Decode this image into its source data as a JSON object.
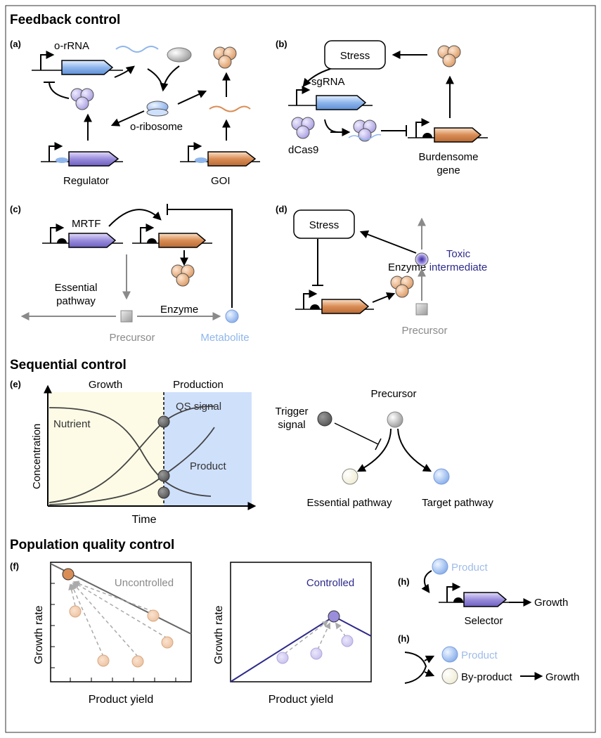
{
  "sections": {
    "feedback": "Feedback control",
    "sequential": "Sequential control",
    "population": "Population quality control"
  },
  "panels": {
    "a": "(a)",
    "b": "(b)",
    "c": "(c)",
    "d": "(d)",
    "e": "(e)",
    "f": "(f)",
    "h1": "(h)",
    "h2": "(h)"
  },
  "panel_a": {
    "orrna": "o-rRNA",
    "oribosome": "o-ribosome",
    "regulator": "Regulator",
    "goi": "GOI"
  },
  "panel_b": {
    "stress": "Stress",
    "sgrna": "sgRNA",
    "dcas9": "dCas9",
    "burden1": "Burdensome",
    "burden2": "gene"
  },
  "panel_c": {
    "mrtf": "MRTF",
    "essential1": "Essential",
    "essential2": "pathway",
    "enzyme": "Enzyme",
    "precursor": "Precursor",
    "metabolite": "Metabolite"
  },
  "panel_d": {
    "stress": "Stress",
    "enzyme": "Enzyme",
    "toxic1": "Toxic",
    "toxic2": "intermediate",
    "precursor": "Precursor"
  },
  "panel_e": {
    "growth": "Growth",
    "production": "Production",
    "qs": "QS signal",
    "nutrient": "Nutrient",
    "product": "Product",
    "ylabel": "Concentration",
    "xlabel": "Time",
    "precursor": "Precursor",
    "trigger1": "Trigger",
    "trigger2": "signal",
    "essential": "Essential pathway",
    "target": "Target pathway"
  },
  "panel_f": {
    "ylabel1": "Growth rate",
    "xlabel1": "Product yield",
    "uncontrolled": "Uncontrolled",
    "ylabel2": "Growth rate",
    "xlabel2": "Product yield",
    "controlled": "Controlled"
  },
  "panel_h": {
    "product1": "Product",
    "selector": "Selector",
    "growth1": "Growth",
    "product2": "Product",
    "byproduct": "By-product",
    "growth2": "Growth"
  },
  "colors": {
    "purple": "#9a8ddb",
    "orange": "#d98d55",
    "blue": "#8fb6ec",
    "grey": "#8a8a8a",
    "darkblue": "#2e2a8a",
    "growth_bg": "#fdfbe6",
    "production_bg": "#cfe0fb"
  }
}
